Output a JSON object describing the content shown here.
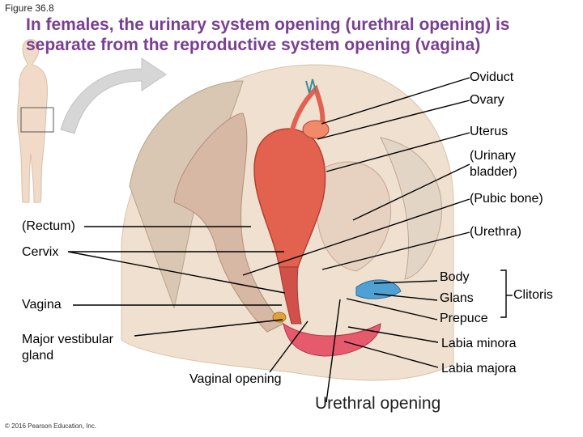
{
  "figure_label": "Figure 36.8",
  "title": "In females, the urinary system opening (urethral opening) is separate from the reproductive system opening (vagina)",
  "labels": {
    "oviduct": "Oviduct",
    "ovary": "Ovary",
    "uterus": "Uterus",
    "urinary_bladder_line1": "(Urinary",
    "urinary_bladder_line2": "bladder)",
    "pubic_bone": "(Pubic bone)",
    "rectum": "(Rectum)",
    "urethra": "(Urethra)",
    "cervix": "Cervix",
    "body": "Body",
    "glans": "Glans",
    "prepuce": "Prepuce",
    "clitoris": "Clitoris",
    "vagina": "Vagina",
    "major_vestibular_gland_line1": "Major vestibular",
    "major_vestibular_gland_line2": "gland",
    "labia_minora": "Labia minora",
    "labia_majora": "Labia majora",
    "vaginal_opening": "Vaginal opening",
    "urethral_opening": "Urethral opening"
  },
  "copyright": "© 2016 Pearson Education, Inc."
}
